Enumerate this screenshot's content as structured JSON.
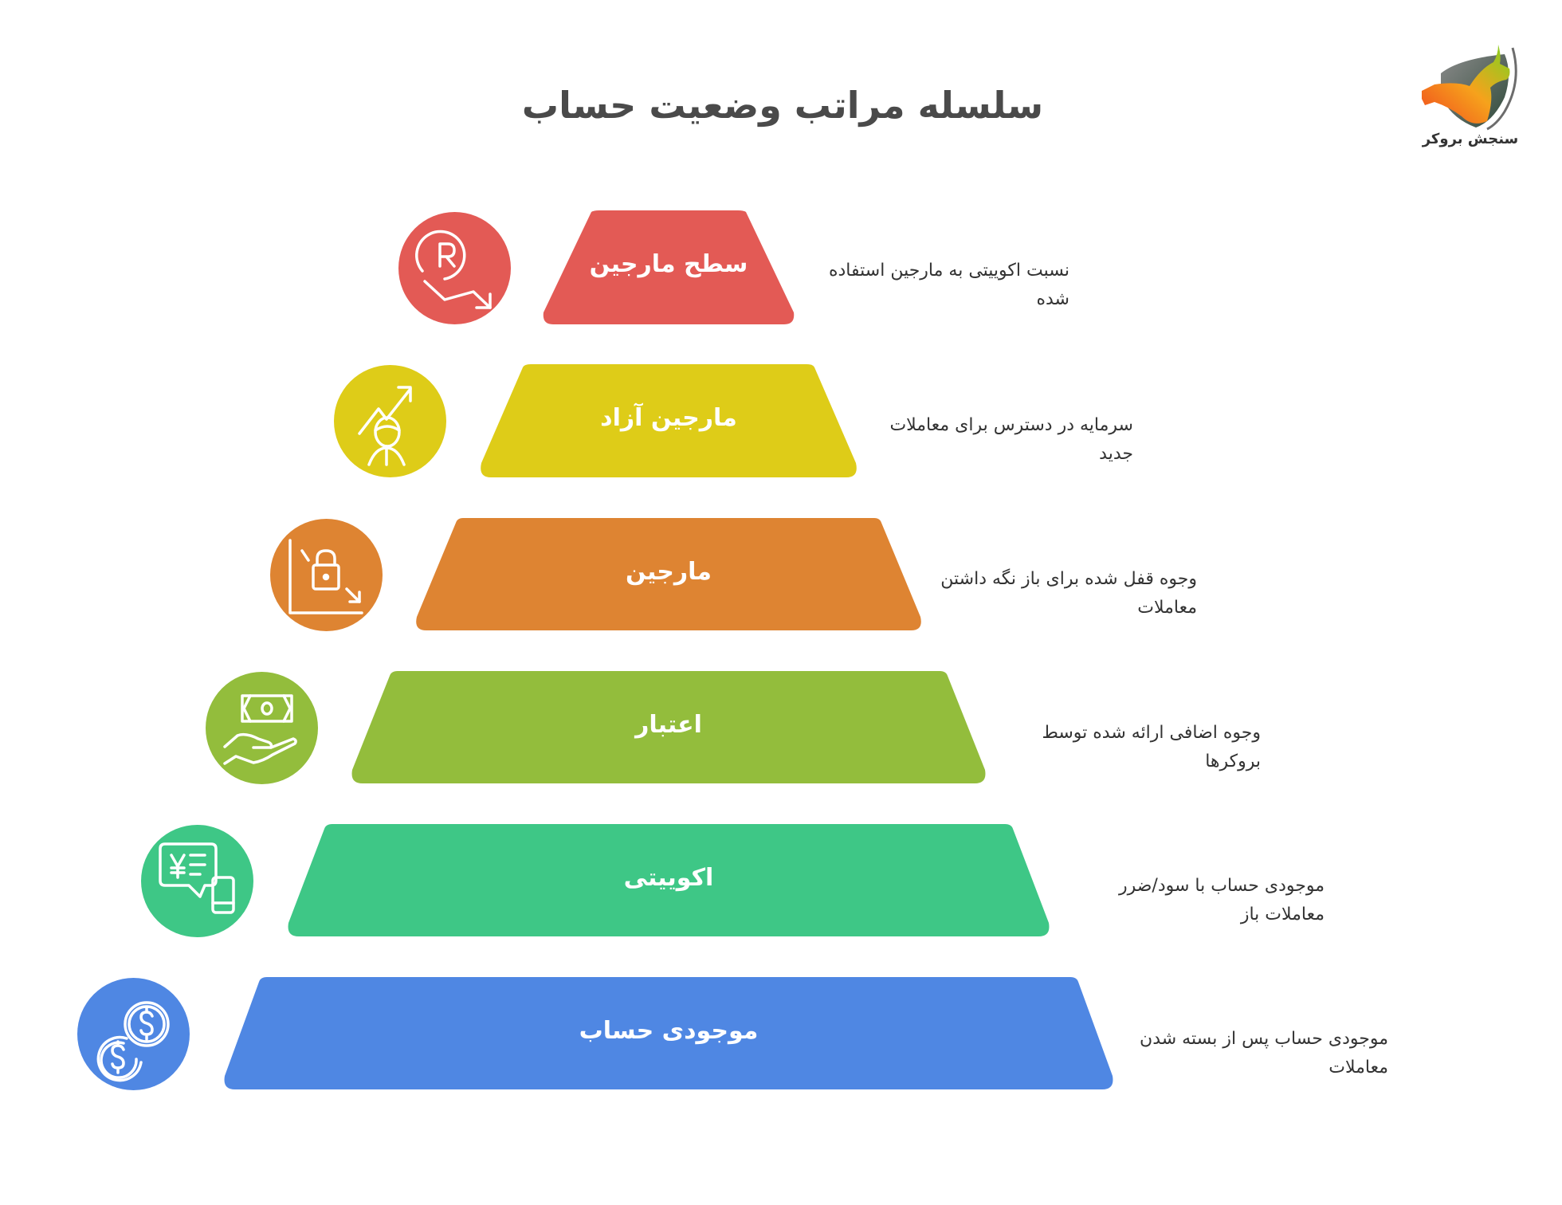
{
  "title": "سلسله مراتب وضعیت حساب",
  "logo": {
    "text": "سنجش بروکر",
    "icon": "bull-bear-shield-logo"
  },
  "tiers": [
    {
      "label": "سطح مارجین",
      "description": "نسبت اکوییتی به مارجین استفاده شده",
      "icon": "registered-trend-down-icon",
      "color": "#E35A55"
    },
    {
      "label": "مارجین آزاد",
      "description": "سرمایه در دسترس برای معاملات جدید",
      "icon": "person-growth-icon",
      "color": "#DECC18"
    },
    {
      "label": "مارجین",
      "description": "وجوه قفل شده برای باز نگه داشتن معاملات",
      "icon": "locked-chart-icon",
      "color": "#DE8432"
    },
    {
      "label": "اعتبار",
      "description": "وجوه اضافی ارائه شده توسط بروکرها",
      "icon": "money-hand-icon",
      "color": "#93BD3C"
    },
    {
      "label": "اکوییتی",
      "description": "موجودی حساب با سود/ضرر معاملات باز",
      "icon": "yen-chat-phone-icon",
      "color": "#3EC786"
    },
    {
      "label": "موجودی حساب",
      "description": "موجودی حساب پس از بسته شدن معاملات",
      "icon": "dollar-coins-icon",
      "color": "#4F87E3"
    }
  ]
}
